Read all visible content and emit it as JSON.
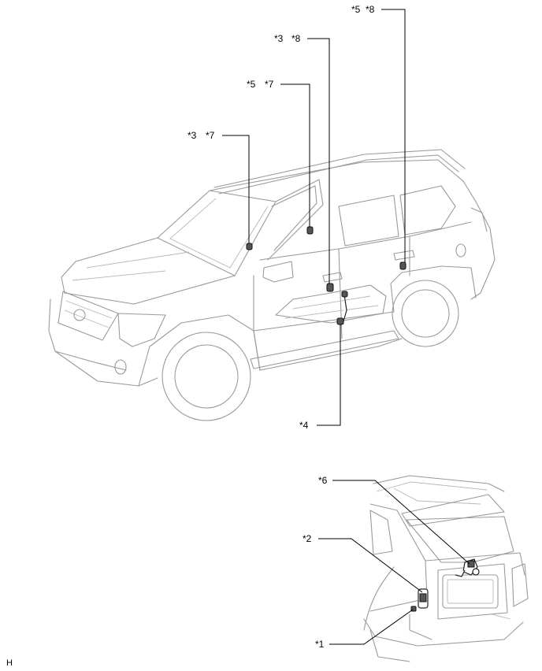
{
  "callouts": {
    "c1": "*1",
    "c2": "*2",
    "c3a": "*3",
    "c3b": "*3",
    "c4": "*4",
    "c5a": "*5",
    "c5b": "*5",
    "c6": "*6",
    "c7a": "*7",
    "c7b": "*7",
    "c8a": "*8",
    "c8b": "*8"
  },
  "figure_code": "H",
  "colors": {
    "line_art": "#9a9a9a",
    "leader": "#000000",
    "part": "#222222"
  }
}
